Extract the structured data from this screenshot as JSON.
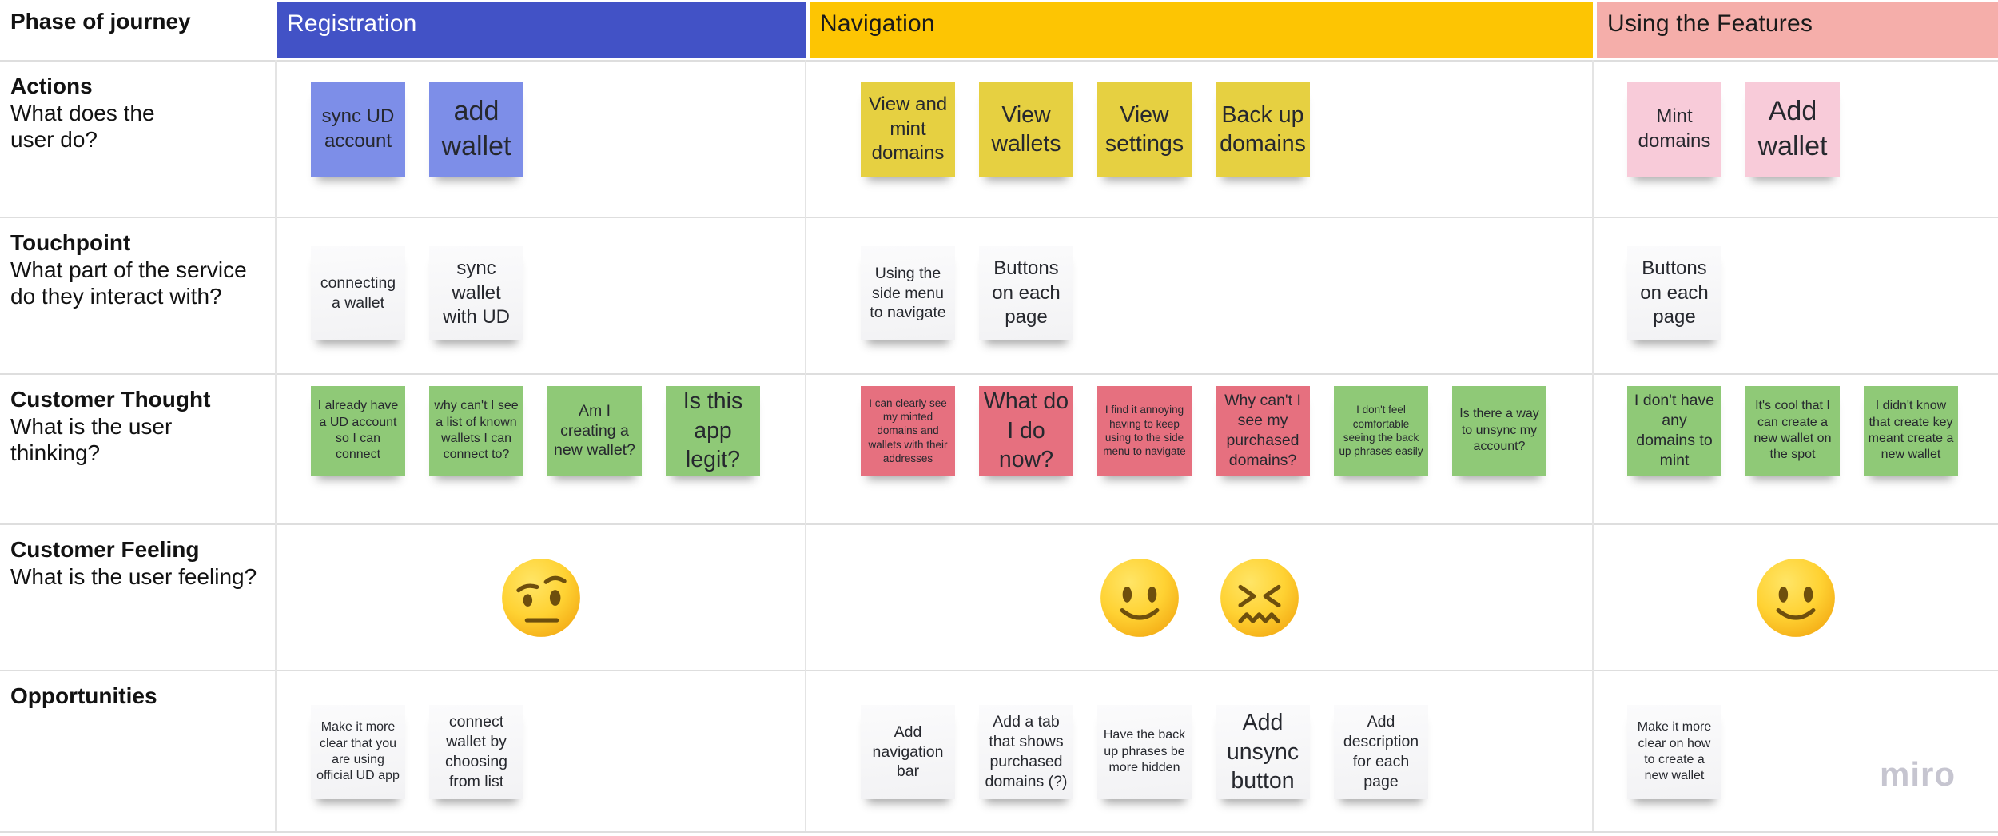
{
  "palette": {
    "periwinkle": "#7d8ee8",
    "yellow": "#e6d041",
    "pink": "#f8cbd9",
    "green": "#8fc977",
    "red": "#e6707f",
    "white": "#f7f7f8"
  },
  "rows": [
    {
      "id": "phase",
      "title": "Phase of journey",
      "subtitle": ""
    },
    {
      "id": "actions",
      "title": "Actions",
      "subtitle": "What does the user do?"
    },
    {
      "id": "touchpoint",
      "title": "Touchpoint",
      "subtitle": "What part of the service do they interact with?"
    },
    {
      "id": "thought",
      "title": "Customer Thought",
      "subtitle": "What is the user thinking?"
    },
    {
      "id": "feeling",
      "title": "Customer Feeling",
      "subtitle": "What is the user feeling?"
    },
    {
      "id": "opportunities",
      "title": "Opportunities",
      "subtitle": ""
    }
  ],
  "phases": [
    {
      "label": "Registration",
      "header_bg": "#4252c6",
      "header_fg": "#ffffff",
      "actions": [
        {
          "text": "sync UD account",
          "color": "periwinkle",
          "size": "lg"
        },
        {
          "text": "add wallet",
          "color": "periwinkle",
          "size": "xxl"
        }
      ],
      "touchpoints": [
        {
          "text": "connecting a wallet",
          "color": "white",
          "size": "md"
        },
        {
          "text": "sync wallet with UD",
          "color": "white",
          "size": "lg"
        }
      ],
      "thoughts": [
        {
          "text": "I already have a UD account so I can connect",
          "color": "green",
          "size": "sm"
        },
        {
          "text": "why can't I see a list of known wallets I can connect to?",
          "color": "green",
          "size": "sm"
        },
        {
          "text": "Am I creating a new wallet?",
          "color": "green",
          "size": "md"
        },
        {
          "text": "Is this app legit?",
          "color": "green",
          "size": "xl"
        }
      ],
      "feelings": [
        "face-with-raised-eyebrow"
      ],
      "opportunities": [
        {
          "text": "Make it more clear that you are using official UD app",
          "color": "white",
          "size": "sm"
        },
        {
          "text": "connect wallet by choosing from list",
          "color": "white",
          "size": "md"
        }
      ]
    },
    {
      "label": "Navigation",
      "header_bg": "#fdc503",
      "header_fg": "#1a1a1a",
      "actions": [
        {
          "text": "View and mint domains",
          "color": "yellow",
          "size": "lg"
        },
        {
          "text": "View wallets",
          "color": "yellow",
          "size": "xl"
        },
        {
          "text": "View settings",
          "color": "yellow",
          "size": "xl"
        },
        {
          "text": "Back up domains",
          "color": "yellow",
          "size": "xl"
        }
      ],
      "touchpoints": [
        {
          "text": "Using the side menu to navigate",
          "color": "white",
          "size": "md"
        },
        {
          "text": "Buttons on each page",
          "color": "white",
          "size": "lg"
        }
      ],
      "thoughts": [
        {
          "text": "I can clearly see my minted domains and wallets with their addresses",
          "color": "red",
          "size": "xs"
        },
        {
          "text": "What do I do now?",
          "color": "red",
          "size": "xl"
        },
        {
          "text": "I find it annoying having to keep using to the side menu to navigate",
          "color": "red",
          "size": "xs"
        },
        {
          "text": "Why can't I see my purchased domains?",
          "color": "red",
          "size": "md"
        },
        {
          "text": "I don't feel comfortable seeing the back up phrases easily",
          "color": "green",
          "size": "xs"
        },
        {
          "text": "Is there a way to unsync my account?",
          "color": "green",
          "size": "sm"
        }
      ],
      "feelings": [
        "slightly-smiling-face",
        "confounded-face"
      ],
      "opportunities": [
        {
          "text": "Add navigation bar",
          "color": "white",
          "size": "md"
        },
        {
          "text": "Add a tab that shows purchased domains (?)",
          "color": "white",
          "size": "md"
        },
        {
          "text": "Have the back up phrases be more hidden",
          "color": "white",
          "size": "sm"
        },
        {
          "text": "Add unsync button",
          "color": "white",
          "size": "xl"
        },
        {
          "text": "Add description for each page",
          "color": "white",
          "size": "md"
        }
      ]
    },
    {
      "label": "Using the Features",
      "header_bg": "#f5aeaa",
      "header_fg": "#1a1a1a",
      "actions": [
        {
          "text": "Mint domains",
          "color": "pink",
          "size": "lg"
        },
        {
          "text": "Add wallet",
          "color": "pink",
          "size": "xxl"
        }
      ],
      "touchpoints": [
        {
          "text": "Buttons on each page",
          "color": "white",
          "size": "lg"
        }
      ],
      "thoughts": [
        {
          "text": "I don't have any domains to mint",
          "color": "green",
          "size": "md"
        },
        {
          "text": "It's cool that I can create a new wallet on the spot",
          "color": "green",
          "size": "sm"
        },
        {
          "text": "I didn't know that create key meant create a new wallet",
          "color": "green",
          "size": "sm"
        }
      ],
      "feelings": [
        "slightly-smiling-face"
      ],
      "opportunities": [
        {
          "text": "Make it more clear on how to create a new wallet",
          "color": "white",
          "size": "sm"
        }
      ]
    }
  ],
  "watermark": "miro"
}
